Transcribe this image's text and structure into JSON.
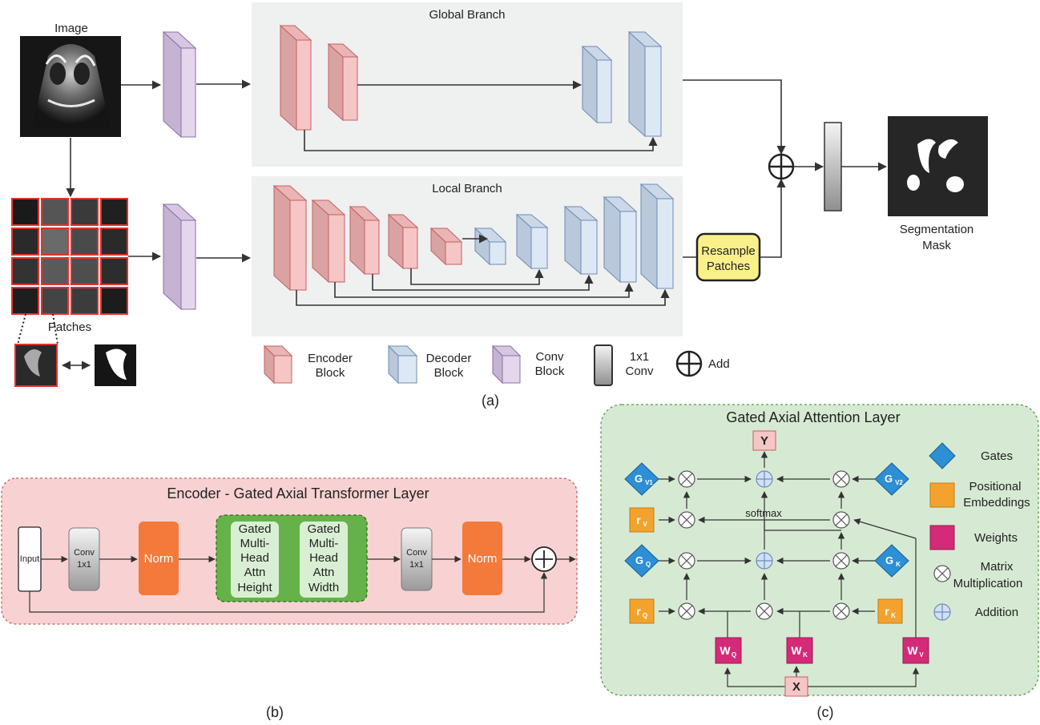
{
  "panel_a": {
    "image_label": "Image",
    "patches_label": "Patches",
    "global_branch_title": "Global Branch",
    "local_branch_title": "Local Branch",
    "resample_line1": "Resample",
    "resample_line2": "Patches",
    "seg_line1": "Segmentation",
    "seg_line2": "Mask",
    "caption": "(a)",
    "legend": {
      "encoder_line1": "Encoder",
      "encoder_line2": "Block",
      "decoder_line1": "Decoder",
      "decoder_line2": "Block",
      "conv_line1": "Conv",
      "conv_line2": "Block",
      "onexone_line1": "1x1",
      "onexone_line2": "Conv",
      "add": "Add"
    }
  },
  "panel_b": {
    "title": "Encoder - Gated Axial Transformer Layer",
    "input": "Input",
    "conv_line1": "Conv",
    "conv_line2": "1x1",
    "norm": "Norm",
    "height_lines": [
      "Gated",
      "Multi-",
      "Head",
      "Attn",
      "Height"
    ],
    "width_lines": [
      "Gated",
      "Multi-",
      "Head",
      "Attn",
      "Width"
    ],
    "caption": "(b)"
  },
  "panel_c": {
    "title": "Gated Axial Attention Layer",
    "softmax": "softmax",
    "y": "Y",
    "x": "X",
    "caption": "(c)",
    "legend": {
      "gates": "Gates",
      "pos_line1": "Positional",
      "pos_line2": "Embeddings",
      "weights": "Weights",
      "mm_line1": "Matrix",
      "mm_line2": "Multiplication",
      "addition": "Addition"
    },
    "symbols": {
      "G": "G",
      "r": "r",
      "W": "W",
      "V1": "V1",
      "V2": "V2",
      "V": "V",
      "Q": "Q",
      "K": "K"
    }
  },
  "colors": {
    "encoder_face": "#f6c6c6",
    "encoder_side": "#d9a3a3",
    "decoder_face": "#dde8f5",
    "decoder_side": "#b9c8da",
    "conv_face": "#e4d7ec",
    "conv_side": "#c5b3d3",
    "branch_bg": "#eff0f0",
    "panel_b_bg": "#f8d2d2",
    "panel_c_bg": "#d6ead3",
    "norm": "#f47a3b",
    "attn_outer": "#66b24a",
    "attn_inner": "#d9efd3",
    "resample": "#faf08a",
    "gate": "#2d8fd5",
    "pos_emb": "#f3a32d",
    "weight": "#d42a77",
    "io_box": "#f6c6c6",
    "addition": "#cfe0f7"
  }
}
